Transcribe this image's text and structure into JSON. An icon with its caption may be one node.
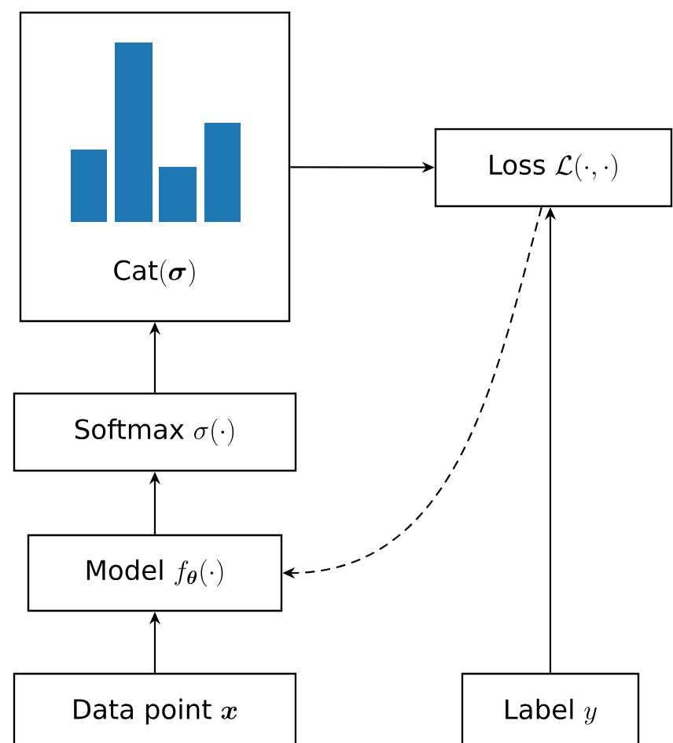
{
  "diagram": {
    "nodes": [
      {
        "text": [
          "\\text{Cat}(\\boldsymbol{\\sigma})"
        ]
      },
      {
        "text": [
          "\\text{Loss }\\mathcal{L}(\\cdot,\\cdot)"
        ]
      },
      {
        "text": [
          "\\text{Softmax }\\sigma(\\cdot)"
        ]
      },
      {
        "text": [
          "\\text{Model }f_{\\boldsymbol{\\theta}}(\\cdot)"
        ]
      },
      {
        "text": [
          "\\text{Data point }\\boldsymbol{x}"
        ]
      },
      {
        "text": [
          "\\text{Label }y"
        ]
      }
    ],
    "edges": [
      {
        "from": 4,
        "to": 3,
        "arrow": "to"
      },
      {
        "from": 3,
        "to": 2,
        "arrow": "to"
      },
      {
        "from": 2,
        "to": 0,
        "arrow": "to"
      },
      {
        "from": 0,
        "to": 1,
        "arrow": "to"
      },
      {
        "from": 5,
        "to": 1,
        "arrow": "to"
      },
      {
        "from": 1,
        "to": 3,
        "arrow": "to",
        "style": "dashed"
      }
    ]
  }
}
